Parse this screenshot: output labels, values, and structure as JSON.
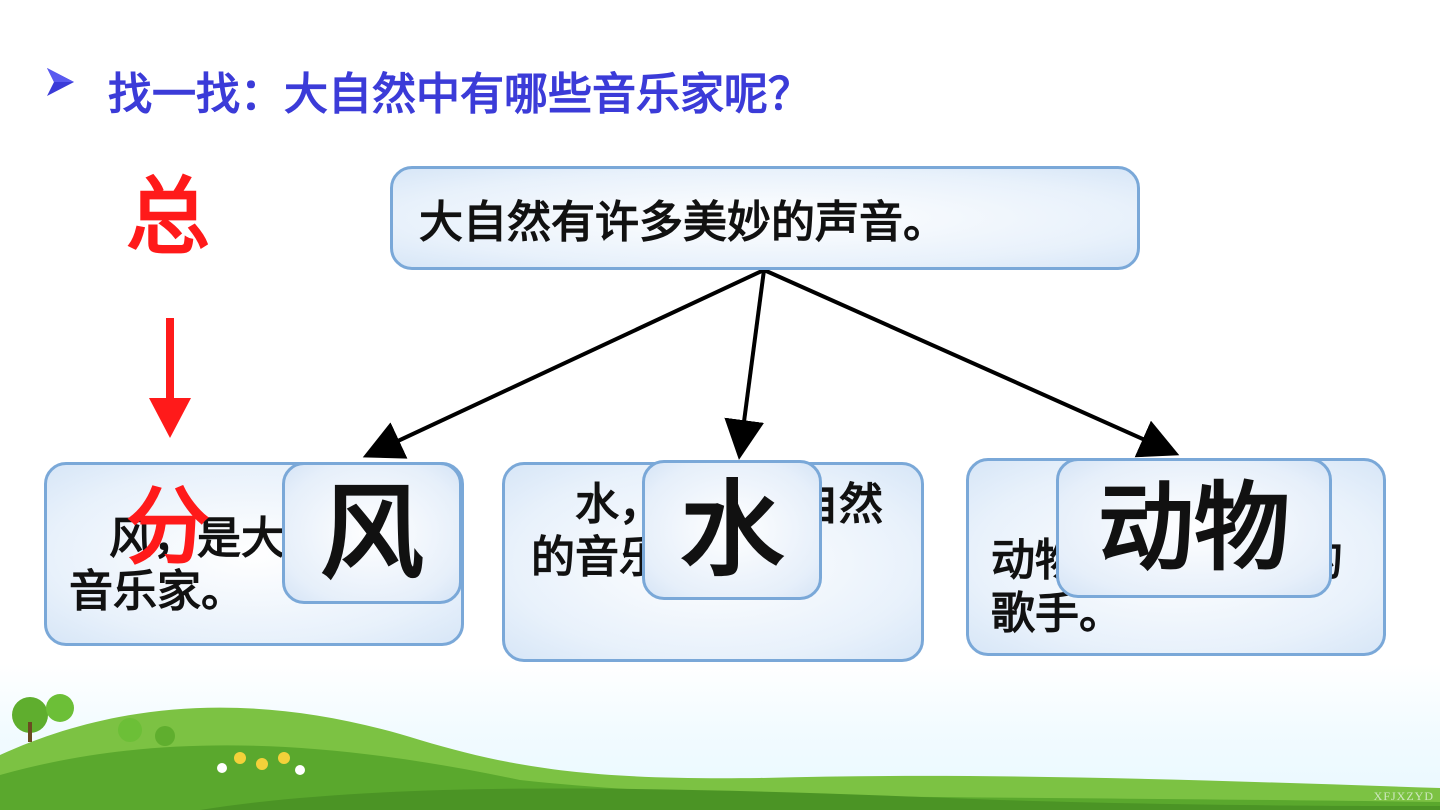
{
  "title": "找一找：大自然中有哪些音乐家呢？",
  "bullet_icon": "arrowhead-bullet-icon",
  "side_labels": {
    "top": "总",
    "bottom": "分"
  },
  "top_box": {
    "text": "大自然有许多美妙的声音。"
  },
  "cards": [
    {
      "text": "风，是大自然的音乐家。",
      "label": "风"
    },
    {
      "text": "水，也是大自然的音乐家。",
      "label": "水"
    },
    {
      "text": "动物，是大自然的歌手。",
      "label": "动物"
    }
  ],
  "colors": {
    "title": "#3b3bd8",
    "side_labels": "#ff1a1a",
    "box_border": "#7aa8d8",
    "text": "#111111"
  },
  "watermark": "XFJXZYD"
}
